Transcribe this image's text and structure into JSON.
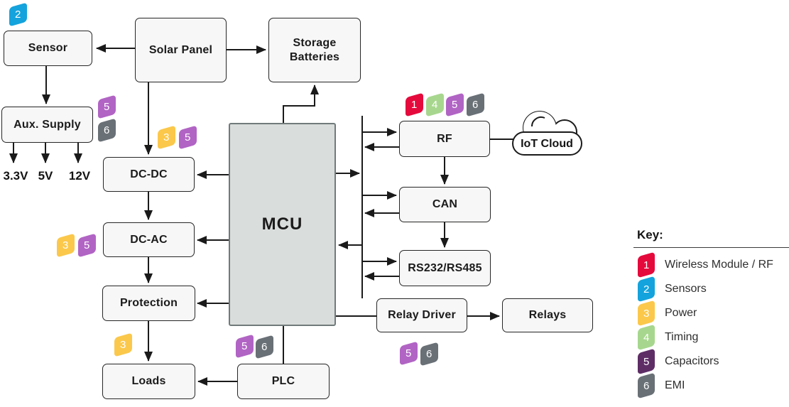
{
  "nodes": {
    "sensor": {
      "label": "Sensor"
    },
    "solar_panel": {
      "label": "Solar Panel"
    },
    "storage_batteries": {
      "label": "Storage Batteries"
    },
    "aux_supply": {
      "label": "Aux. Supply"
    },
    "dc_dc": {
      "label": "DC-DC"
    },
    "dc_ac": {
      "label": "DC-AC"
    },
    "protection": {
      "label": "Protection"
    },
    "loads": {
      "label": "Loads"
    },
    "mcu": {
      "label": "MCU"
    },
    "rf": {
      "label": "RF"
    },
    "can": {
      "label": "CAN"
    },
    "rs232": {
      "label": "RS232/RS485"
    },
    "relay_driver": {
      "label": "Relay Driver"
    },
    "relays": {
      "label": "Relays"
    },
    "plc": {
      "label": "PLC"
    },
    "iot_cloud": {
      "label": "IoT Cloud"
    }
  },
  "voltages": [
    "3.3V",
    "5V",
    "12V"
  ],
  "key": {
    "title": "Key:",
    "items": [
      {
        "num": "1",
        "label": "Wireless Module / RF",
        "color": "#E50A3C"
      },
      {
        "num": "2",
        "label": "Sensors",
        "color": "#14A3DC"
      },
      {
        "num": "3",
        "label": "Power",
        "color": "#FBC84B"
      },
      {
        "num": "4",
        "label": "Timing",
        "color": "#A7D78E"
      },
      {
        "num": "5",
        "label": "Capacitors",
        "color": "#5E2D66"
      },
      {
        "num": "6",
        "label": "EMI",
        "color": "#697076"
      }
    ]
  },
  "badge_colors": {
    "tag5_diagram": "#B164C4"
  },
  "line_color": "#1a1a1a"
}
